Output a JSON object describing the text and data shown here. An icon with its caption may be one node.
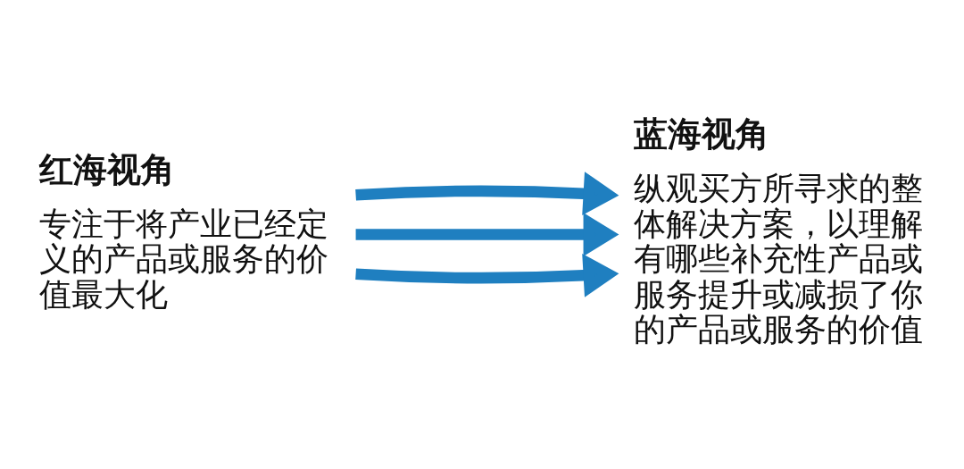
{
  "diagram": {
    "nodes": [
      {
        "text": [
          "红海视角",
          "专注于将产业已经定义的产品或服务的价值最大化"
        ]
      },
      {
        "text": [
          "蓝海视角",
          "纵观买方所寻求的整体解决方案，以理解有哪些补充性产品或服务提升或减损了你的产品或服务的价值"
        ]
      }
    ],
    "edges": [
      {
        "from": 0,
        "to": 1,
        "arrow": "to",
        "color": "#1f7fc0"
      },
      {
        "from": 0,
        "to": 1,
        "arrow": "to",
        "color": "#1f7fc0"
      },
      {
        "from": 0,
        "to": 1,
        "arrow": "to",
        "color": "#1f7fc0"
      }
    ]
  }
}
